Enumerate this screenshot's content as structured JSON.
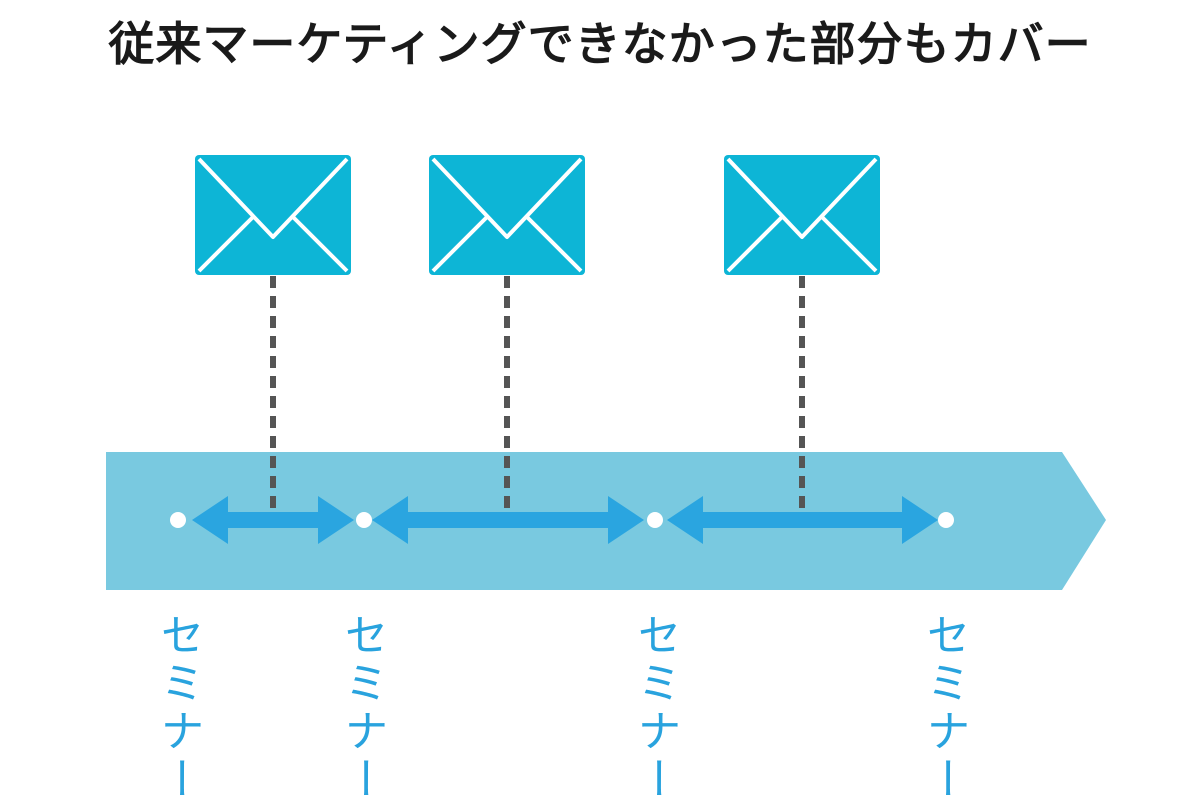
{
  "title": "従来マーケティングできなかった部分もカバー",
  "colors": {
    "timeline": "#79c9e0",
    "arrow": "#2aa5e0",
    "envelope": "#0db5d6",
    "connector": "#555555",
    "label": "#29a3de",
    "title": "#1a1a1a"
  },
  "icons": [
    "envelope-icon",
    "envelope-icon",
    "envelope-icon"
  ],
  "seminars": [
    {
      "label": "セミナー"
    },
    {
      "label": "セミナー"
    },
    {
      "label": "セミナー"
    },
    {
      "label": "セミナー"
    }
  ]
}
